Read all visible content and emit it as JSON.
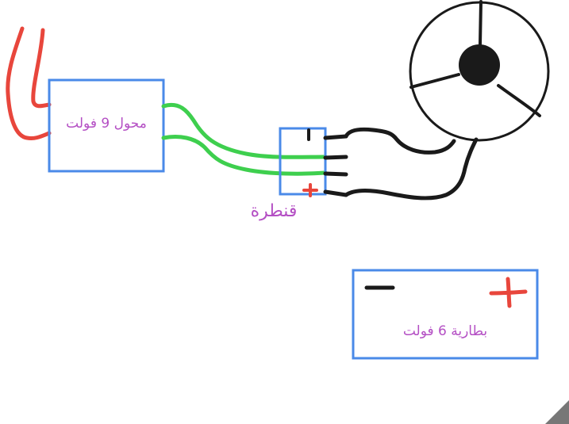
{
  "adapter": {
    "label": "محول 9 فولت"
  },
  "bridge": {
    "label": "قنطرة"
  },
  "battery": {
    "label": "بطارية 6 فولت"
  },
  "colors": {
    "box_border": "#4a8ae8",
    "mains_wire": "#e8463c",
    "green_wire": "#3ecf4e",
    "black_wire": "#1a1a1a",
    "label_text": "#b44fc4",
    "plus_sign": "#e8463c",
    "minus_sign": "#1a1a1a"
  },
  "icons": {
    "motor": "fan-motor-icon",
    "plus": "plus-icon",
    "minus": "minus-icon"
  }
}
